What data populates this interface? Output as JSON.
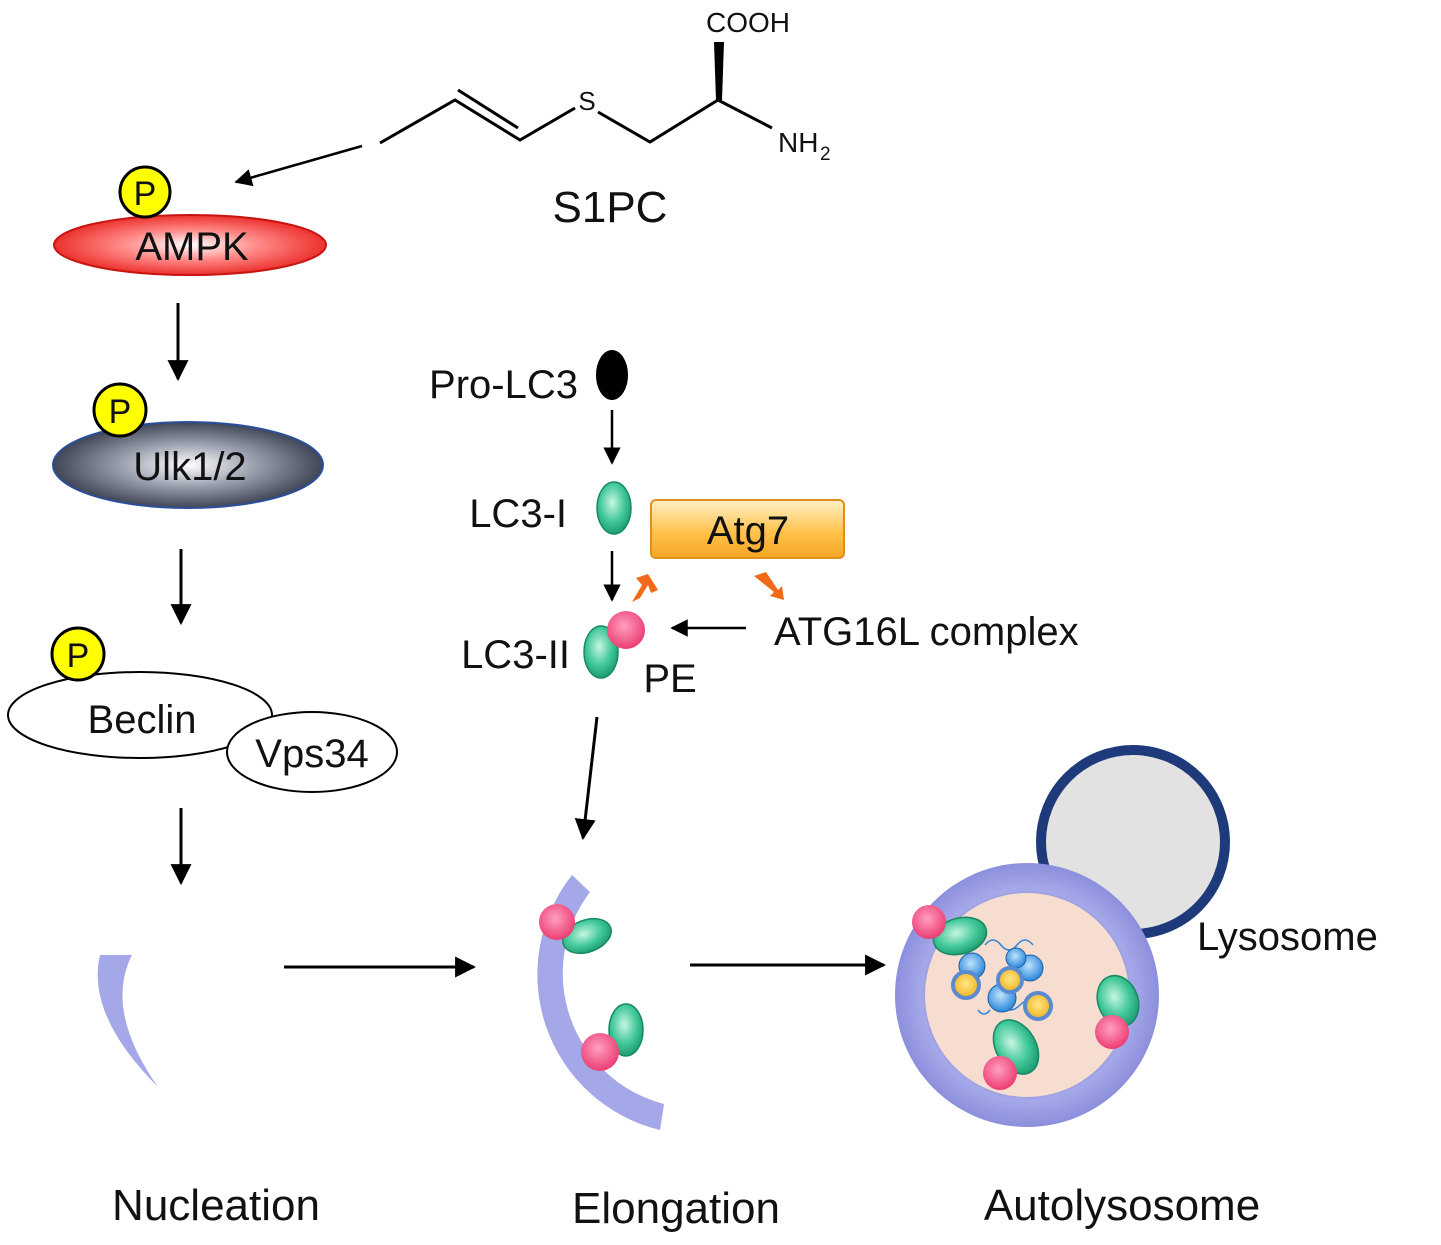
{
  "molecule": {
    "name": "S1PC",
    "groups": {
      "carboxyl": "COOH",
      "sulfur": "S",
      "amine": "NH",
      "amine_subscript": "2"
    }
  },
  "phospho_label": "P",
  "pathway_left": {
    "ampk": "AMPK",
    "ulk": "Ulk1/2",
    "beclin": "Beclin",
    "vps34": "Vps34"
  },
  "lc3": {
    "pro": "Pro-LC3",
    "form1": "LC3-I",
    "form2": "LC3-II",
    "pe": "PE",
    "atg7": "Atg7",
    "atg16l": "ATG16L complex"
  },
  "stages": {
    "nucleation": "Nucleation",
    "elongation": "Elongation",
    "autolysosome": "Autolysosome",
    "lysosome": "Lysosome"
  },
  "colors": {
    "ampk": "#e8201c",
    "ulk": "#2e3444",
    "phospho": "#ffff00",
    "atg7": "#f5a623",
    "lc3": "#2fbf8f",
    "pe": "#f0457a",
    "membrane": "#a5a8e8",
    "lysosome_ring": "#1f3a7a",
    "lumen": "#f7ddd0",
    "small_arrow": "#f06a1a"
  }
}
